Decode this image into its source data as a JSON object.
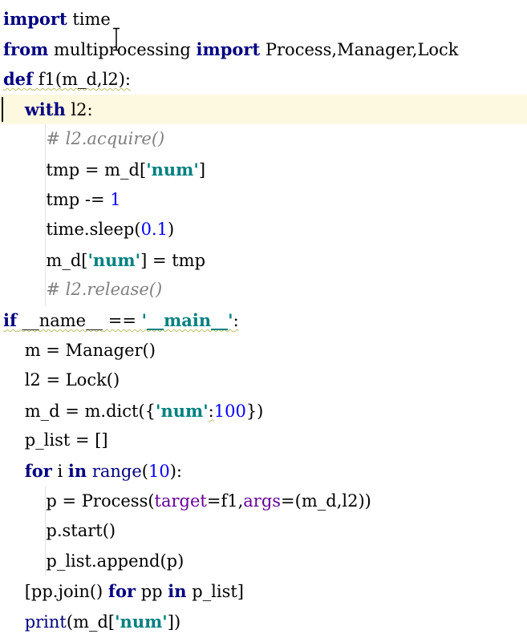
{
  "editor": {
    "lines": [
      [
        {
          "t": "import",
          "c": "kw"
        },
        {
          "t": " time"
        }
      ],
      [
        {
          "t": "from",
          "c": "kw"
        },
        {
          "t": " multiprocessing "
        },
        {
          "t": "import",
          "c": "kw"
        },
        {
          "t": " Process,Manager,Lock"
        }
      ],
      [
        {
          "t": "def",
          "c": "kw"
        },
        {
          "t": " f1(m_d,l2):"
        }
      ],
      [
        {
          "t": "    "
        },
        {
          "t": "with",
          "c": "kw"
        },
        {
          "t": " l2:"
        }
      ],
      [
        {
          "t": "        "
        },
        {
          "t": "# l2.acquire()",
          "c": "cmt"
        }
      ],
      [
        {
          "t": "        tmp = m_d["
        },
        {
          "t": "'num'",
          "c": "str"
        },
        {
          "t": "]"
        }
      ],
      [
        {
          "t": "        tmp -= "
        },
        {
          "t": "1",
          "c": "num"
        }
      ],
      [
        {
          "t": "        time.sleep("
        },
        {
          "t": "0.1",
          "c": "num"
        },
        {
          "t": ")"
        }
      ],
      [
        {
          "t": "        m_d["
        },
        {
          "t": "'num'",
          "c": "str"
        },
        {
          "t": "] = tmp"
        }
      ],
      [
        {
          "t": "        "
        },
        {
          "t": "# l2.release()",
          "c": "cmt"
        }
      ],
      [
        {
          "t": "if",
          "c": "kw"
        },
        {
          "t": " "
        },
        {
          "t": "__name__",
          "c": "dunder"
        },
        {
          "t": " == "
        },
        {
          "t": "'__main__'",
          "c": "str"
        },
        {
          "t": ":"
        }
      ],
      [
        {
          "t": "    m = Manager()"
        }
      ],
      [
        {
          "t": "    l2 = Lock()"
        }
      ],
      [
        {
          "t": "    m_d = m.dict({"
        },
        {
          "t": "'num'",
          "c": "str"
        },
        {
          "t": ":"
        },
        {
          "t": "100",
          "c": "num"
        },
        {
          "t": "})"
        }
      ],
      [
        {
          "t": "    p_list = []"
        }
      ],
      [
        {
          "t": "    "
        },
        {
          "t": "for",
          "c": "kw"
        },
        {
          "t": " i "
        },
        {
          "t": "in",
          "c": "kw"
        },
        {
          "t": " "
        },
        {
          "t": "range",
          "c": "builtin"
        },
        {
          "t": "("
        },
        {
          "t": "10",
          "c": "num"
        },
        {
          "t": "):"
        }
      ],
      [
        {
          "t": "        p = Process("
        },
        {
          "t": "target",
          "c": "param"
        },
        {
          "t": "=f1,"
        },
        {
          "t": "args",
          "c": "param"
        },
        {
          "t": "=(m_d,l2))"
        }
      ],
      [
        {
          "t": "        p.start()"
        }
      ],
      [
        {
          "t": "        p_list.append(p)"
        }
      ],
      [
        {
          "t": "    [pp.join() "
        },
        {
          "t": "for",
          "c": "kw"
        },
        {
          "t": " pp "
        },
        {
          "t": "in",
          "c": "kw"
        },
        {
          "t": " p_list]"
        }
      ],
      [
        {
          "t": "    "
        },
        {
          "t": "print",
          "c": "builtin"
        },
        {
          "t": "(m_d["
        },
        {
          "t": "'num'",
          "c": "str"
        },
        {
          "t": "])"
        }
      ]
    ]
  }
}
